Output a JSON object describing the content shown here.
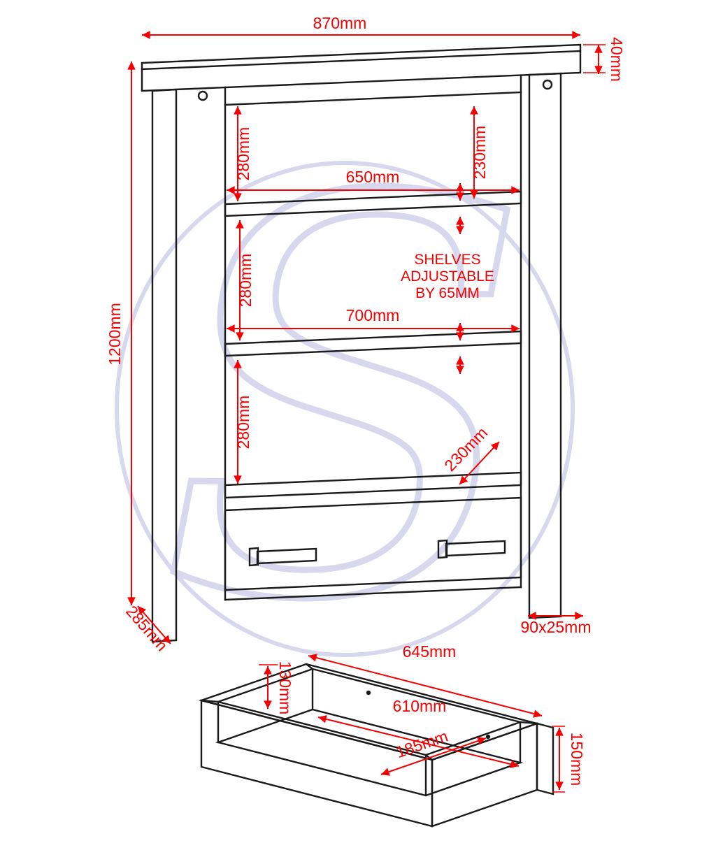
{
  "colors": {
    "line_black": "#1a1a1a",
    "dimension_red": "#f40000",
    "watermark_blue": "#d7d7ee"
  },
  "watermark": {
    "letter": "S"
  },
  "bookcase": {
    "overall_width": "870mm",
    "top_thickness": "40mm",
    "overall_height": "1200mm",
    "bay_height_1": "280mm",
    "top_to_shelf": "230mm",
    "shelf_width_upper": "650mm",
    "bay_height_2": "280mm",
    "shelf_width_lower": "700mm",
    "bay_height_3": "280mm",
    "drawer_section": "230mm",
    "depth": "285mm",
    "leg_section": "90x25mm",
    "note_line1": "SHELVES",
    "note_line2": "ADJUSTABLE",
    "note_line3": "BY 65MM"
  },
  "drawer_box": {
    "outer_length": "645mm",
    "inner_height": "130mm",
    "inner_length": "610mm",
    "inner_width": "185mm",
    "outer_height": "150mm"
  }
}
